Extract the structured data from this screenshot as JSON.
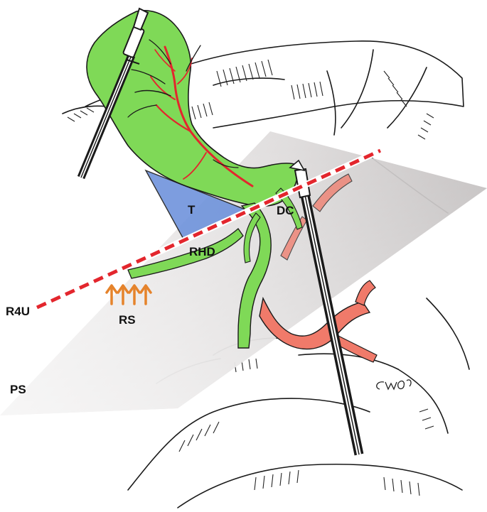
{
  "labels": {
    "t": "T",
    "dc": "DC",
    "rhd": "RHD",
    "r4u": "R4U",
    "rs": "RS",
    "ps": "PS"
  },
  "signature": "CWmo",
  "colors": {
    "gallbladder": "#7fd957",
    "triangle": "#6f93dc",
    "artery": "#f07a6a",
    "dissection_line": "#e3262d",
    "rouviere_arrows": "#e5832b",
    "plane_dark": "#b9b5b5",
    "plane_light": "#fafafa"
  }
}
